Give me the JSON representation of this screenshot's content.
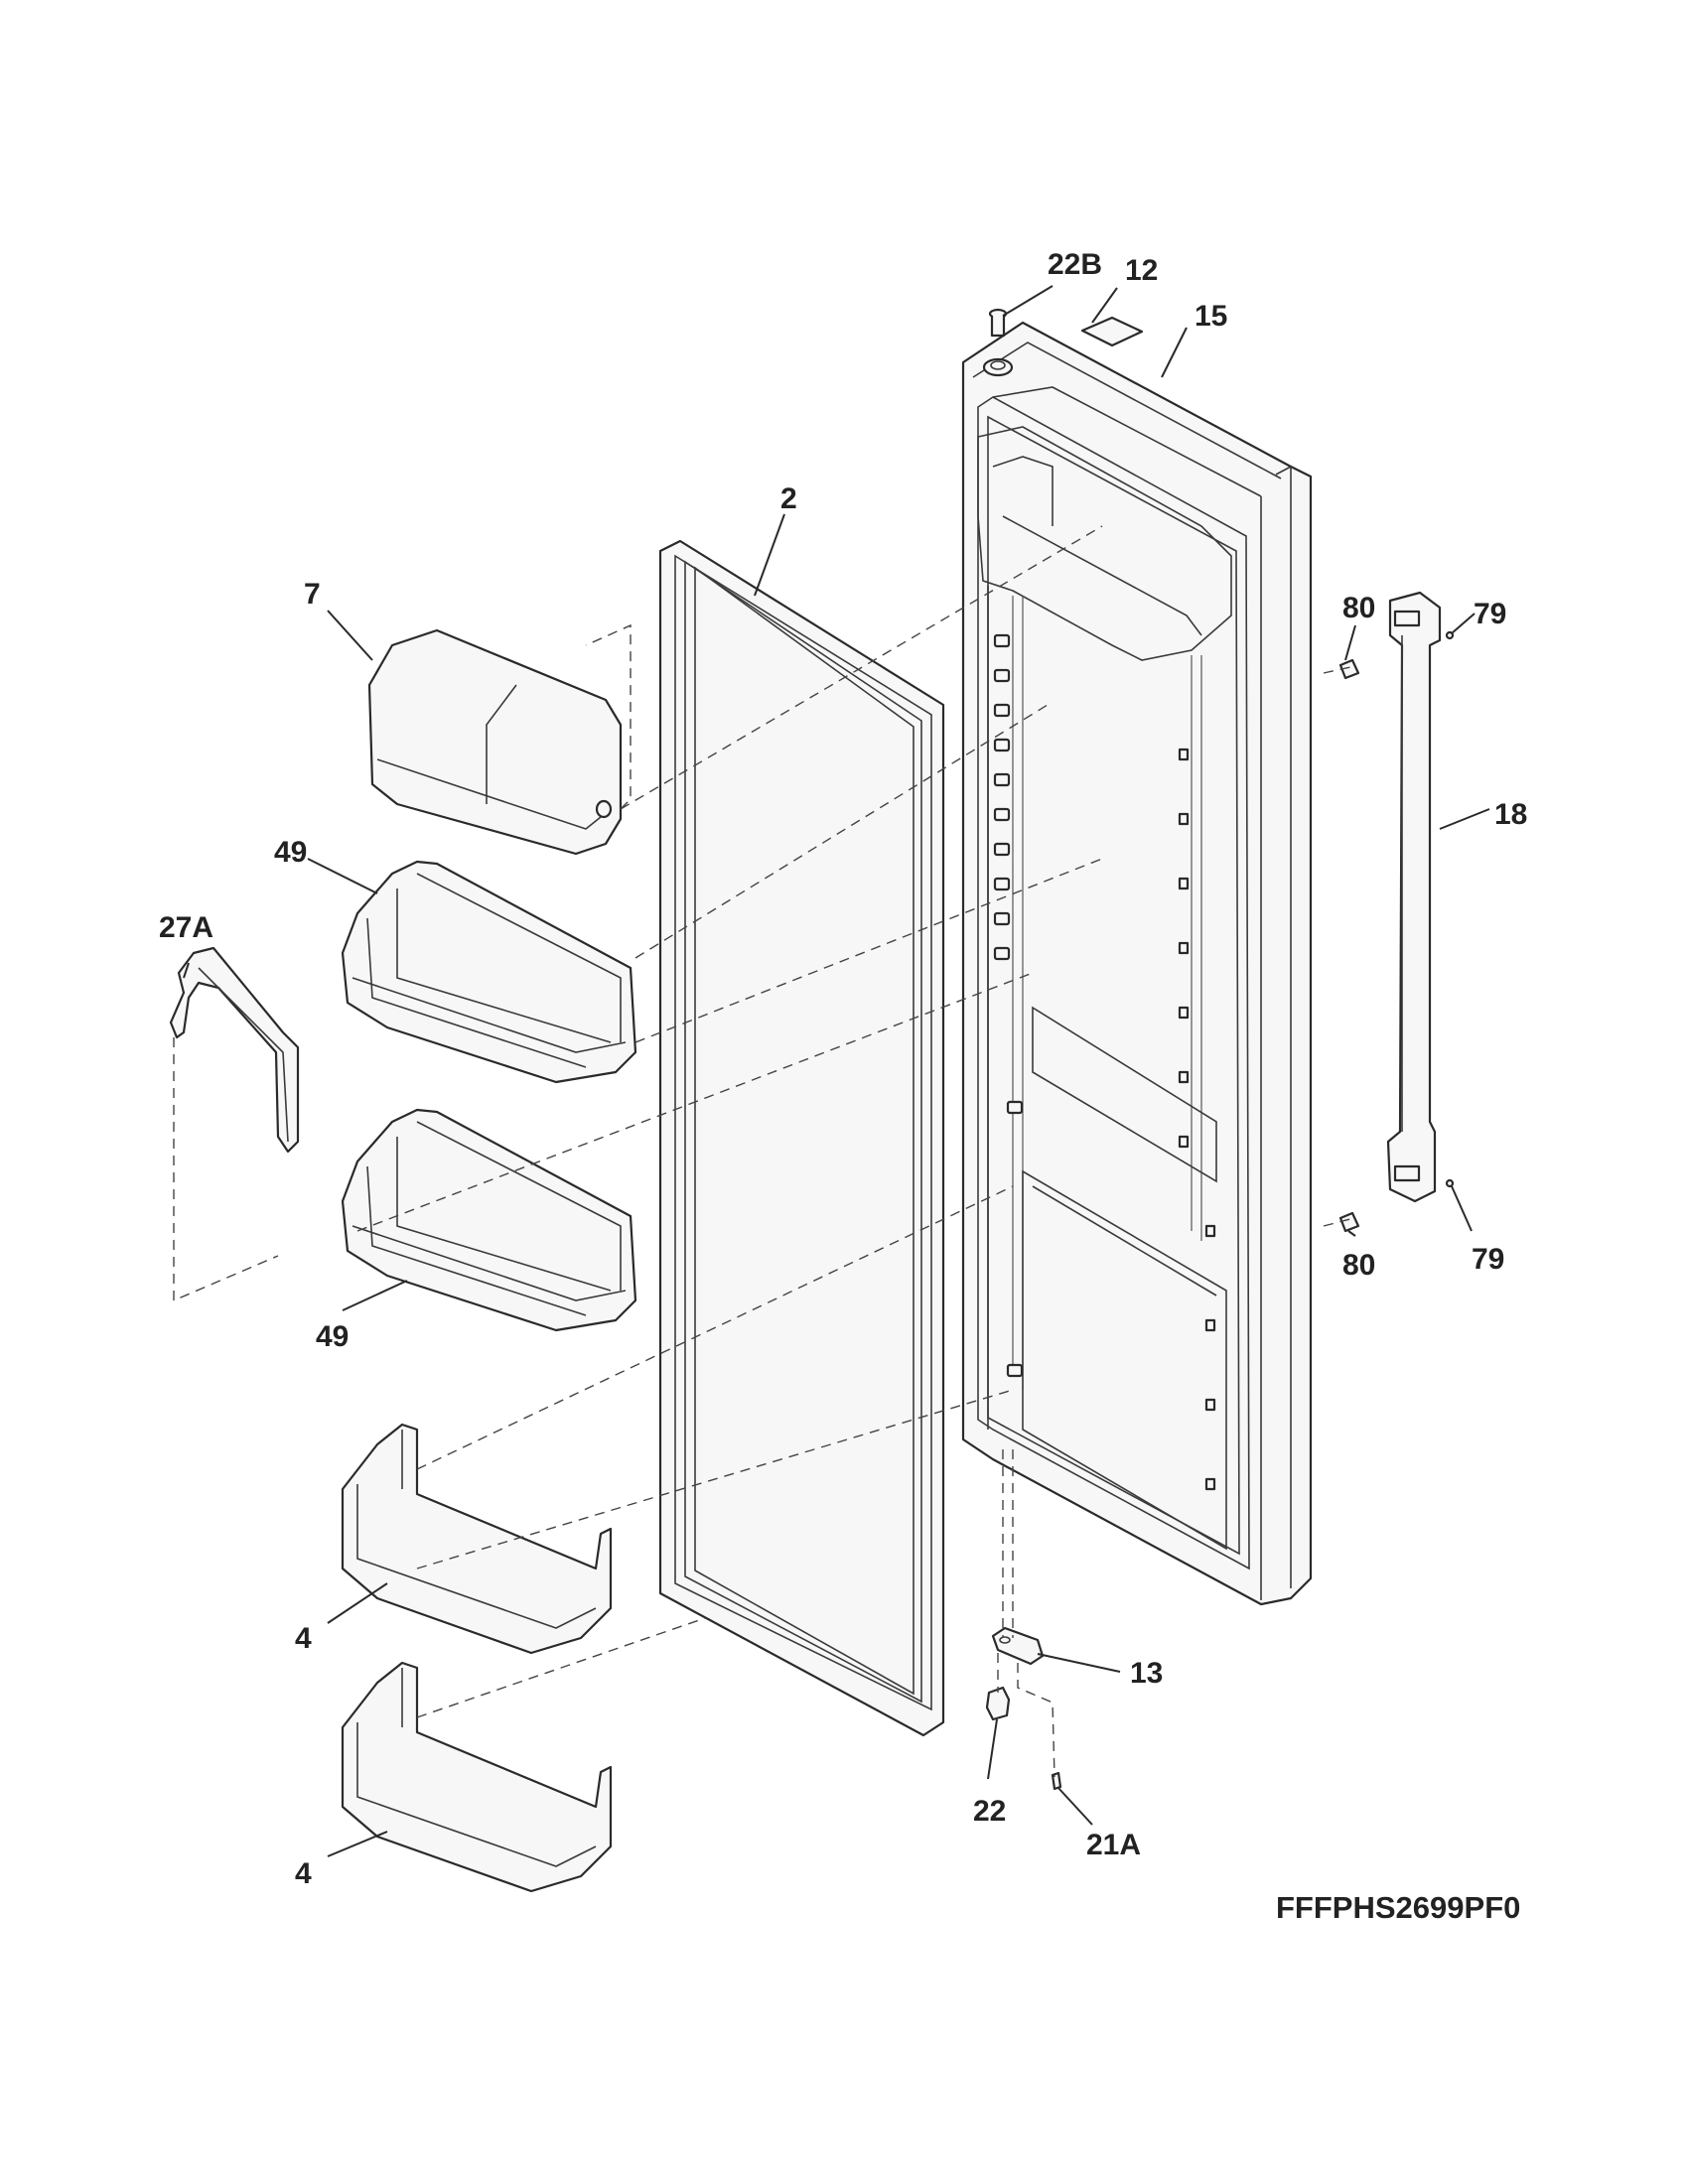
{
  "diagram": {
    "callouts": {
      "c22B": "22B",
      "c12": "12",
      "c15": "15",
      "c2": "2",
      "c7": "7",
      "c80top": "80",
      "c79top": "79",
      "c18": "18",
      "c49top": "49",
      "c27A": "27A",
      "c49bottom": "49",
      "c80bottom": "80",
      "c79bottom": "79",
      "c4top": "4",
      "c13": "13",
      "c22": "22",
      "c21A": "21A",
      "c4bottom": "4"
    },
    "model_number": "FFFPHS2699PF0"
  }
}
